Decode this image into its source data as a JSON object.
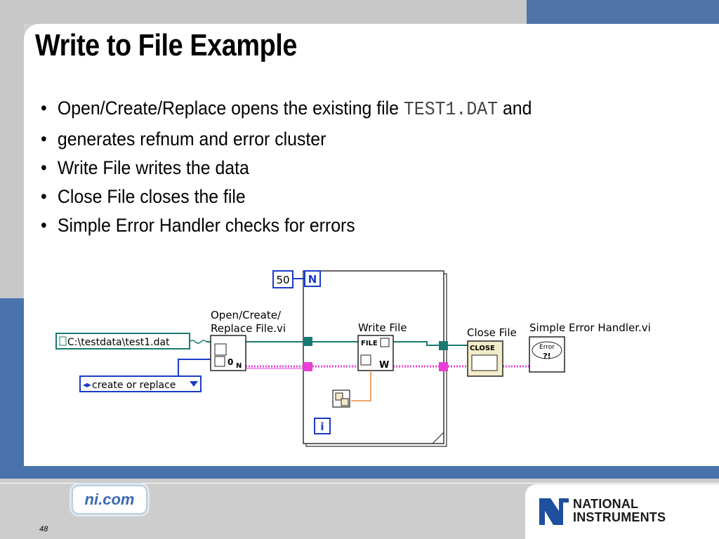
{
  "slide": {
    "title": "Write to File Example",
    "bullets": {
      "b1_pre": "Open/Create/Replace opens the existing file ",
      "b1_code": "TEST1.DAT",
      "b1_post": " and",
      "b1_cont": "generates refnum and error cluster",
      "b2": "Write File writes the data",
      "b3": "Close File closes the file",
      "b4": "Simple Error Handler checks for errors"
    }
  },
  "diagram": {
    "count_constant": "50",
    "loop_count_terminal": "N",
    "loop_index_terminal": "i",
    "path_constant": "C:\\testdata\\test1.dat",
    "enum_value": "create or replace",
    "open_label_line1": "Open/Create/",
    "open_label_line2": "Replace File.vi",
    "write_label": "Write File",
    "close_label": "Close File",
    "handler_label": "Simple Error Handler.vi",
    "write_icon_text": "FILE",
    "close_icon_text": "CLOSE",
    "handler_icon_text": "Error",
    "handler_icon_sub": "?!"
  },
  "footer": {
    "nicom": "ni.com",
    "page_number": "48",
    "logo_line1": "NATIONAL",
    "logo_line2": "INSTRUMENTS"
  },
  "colors": {
    "accent_blue": "#4a73ae",
    "wire_teal": "#1a7a72",
    "wire_pink": "#e640d6",
    "wire_blue": "#1a3cc8",
    "wire_orange": "#e8893a"
  }
}
